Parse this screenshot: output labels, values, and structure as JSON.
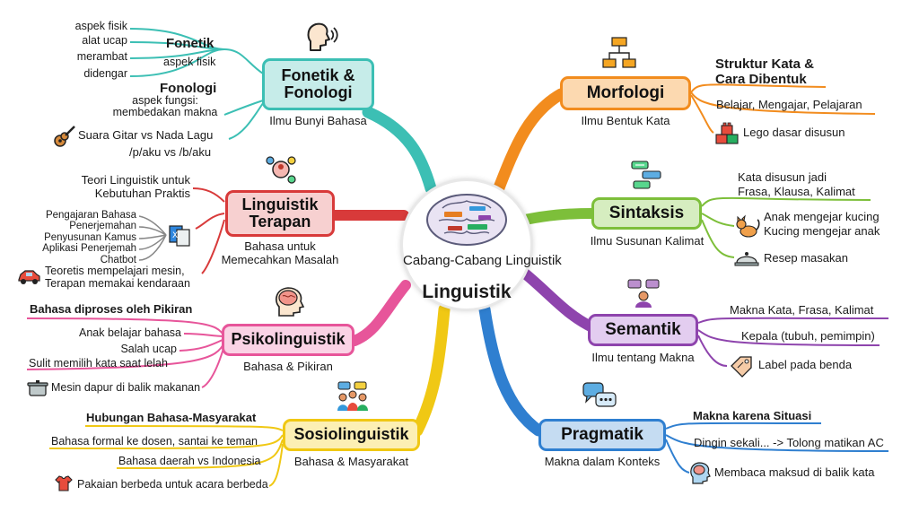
{
  "center": {
    "title_small": "Cabang-Cabang Linguistik",
    "title_big": "Linguistik"
  },
  "fonetik": {
    "title": "Fonetik & Fonologi",
    "subtitle": "Ilmu Bunyi Bahasa",
    "color": "#3cbfb4",
    "fonetik_title": "Fonetik",
    "fonetik_sub": "aspek fisik",
    "fonetik_items": [
      "aspek fisik",
      "alat ucap",
      "merambat",
      "didengar"
    ],
    "fonologi_title": "Fonologi",
    "fonologi_sub1": "aspek fungsi:",
    "fonologi_sub2": "membedakan makna",
    "example1": "Suara Gitar vs Nada Lagu",
    "example2": "/p/aku vs /b/aku"
  },
  "terapan": {
    "title": "Linguistik Terapan",
    "subtitle1": "Bahasa untuk",
    "subtitle2": "Memecahkan Masalah",
    "color": "#d83a3a",
    "item1a": "Teori Linguistik untuk",
    "item1b": "Kebutuhan Praktis",
    "list": [
      "Pengajaran Bahasa",
      "Penerjemahan",
      "Penyusunan Kamus",
      "Aplikasi Penerjemah",
      "Chatbot"
    ],
    "item3a": "Teoretis mempelajari mesin,",
    "item3b": "Terapan memakai kendaraan"
  },
  "psiko": {
    "title": "Psikolinguistik",
    "subtitle": "Bahasa & Pikiran",
    "color": "#e7559a",
    "items": [
      "Bahasa diproses oleh Pikiran",
      "Anak belajar bahasa",
      "Salah ucap",
      "Sulit memilih kata saat lelah",
      "Mesin dapur di balik makanan"
    ]
  },
  "sosio": {
    "title": "Sosiolinguistik",
    "subtitle": "Bahasa & Masyarakat",
    "color": "#f0c814",
    "items": [
      "Hubungan Bahasa-Masyarakat",
      "Bahasa formal ke dosen, santai ke teman",
      "Bahasa daerah vs Indonesia",
      "Pakaian berbeda untuk acara berbeda"
    ]
  },
  "morfologi": {
    "title": "Morfologi",
    "subtitle": "Ilmu Bentuk Kata",
    "color": "#f28c1e",
    "item1a": "Struktur Kata &",
    "item1b": "Cara Dibentuk",
    "item2": "Belajar, Mengajar, Pelajaran",
    "item3": "Lego dasar disusun"
  },
  "sintaksis": {
    "title": "Sintaksis",
    "subtitle": "Ilmu Susunan Kalimat",
    "color": "#7dbf3a",
    "item1a": "Kata disusun jadi",
    "item1b": "Frasa, Klausa, Kalimat",
    "item2a": "Anak mengejar kucing",
    "item2b": "Kucing mengejar anak",
    "item3": "Resep masakan"
  },
  "semantik": {
    "title": "Semantik",
    "subtitle": "Ilmu tentang Makna",
    "color": "#8e44ad",
    "item1": "Makna Kata, Frasa, Kalimat",
    "item2": "Kepala (tubuh, pemimpin)",
    "item3": "Label pada benda"
  },
  "pragmatik": {
    "title": "Pragmatik",
    "subtitle": "Makna dalam Konteks",
    "color": "#2f7fd0",
    "item1": "Makna karena Situasi",
    "item2": "Dingin sekali... -> Tolong matikan AC",
    "item3": "Membaca maksud di balik kata"
  }
}
